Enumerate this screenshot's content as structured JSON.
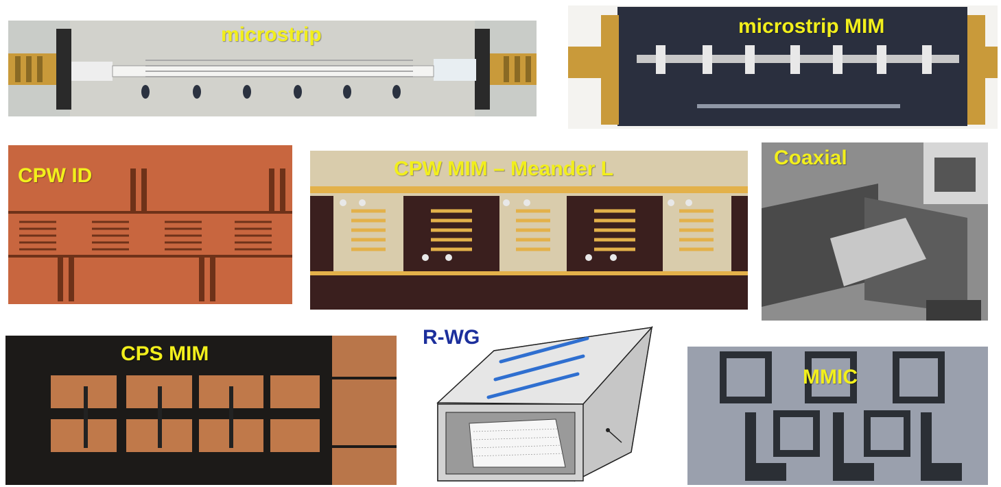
{
  "panels": {
    "microstrip": {
      "label": "microstrip"
    },
    "microstrip_mim": {
      "label": "microstrip MIM"
    },
    "cpw_id": {
      "label": "CPW ID"
    },
    "cpw_mim_meander": {
      "label": "CPW MIM – Meander L"
    },
    "coaxial": {
      "label": "Coaxial"
    },
    "cps_mim": {
      "label": "CPS MIM"
    },
    "rwg": {
      "label": "R-WG"
    },
    "mmic": {
      "label": "MMIC"
    }
  },
  "colors": {
    "label_yellow": "#f2ef1c",
    "label_blue": "#1c2f9c",
    "copper": "#c8663f",
    "gold": "#e3b14a",
    "dark_substrate": "#2a2f3e"
  }
}
